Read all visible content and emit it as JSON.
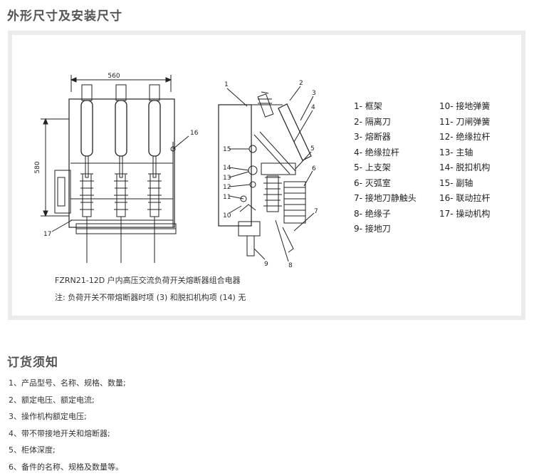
{
  "section1_title": "外形尺寸及安装尺寸",
  "section2_title": "订货须知",
  "dimensions": {
    "width": "560",
    "height": "580"
  },
  "callouts_front": {
    "c16": "16",
    "c17": "17"
  },
  "callouts_side": [
    "1",
    "2",
    "3",
    "4",
    "5",
    "6",
    "7",
    "8",
    "9",
    "10",
    "11",
    "12",
    "13",
    "14",
    "15"
  ],
  "legend_col1": [
    "1- 框架",
    "2- 隔离刀",
    "3- 熔断器",
    "4- 绝缘拉杆",
    "5- 上支架",
    "6- 灭弧室",
    "7- 接地刀静触头",
    "8- 绝缘子",
    "9- 接地刀"
  ],
  "legend_col2": [
    "10- 接地弹簧",
    "11- 刀闸弹簧",
    "12- 绝缘拉杆",
    "13- 主轴",
    "14- 脱扣机构",
    "15- 副轴",
    "16- 联动拉杆",
    "17- 操动机构"
  ],
  "caption_title": "FZRN21-12D 户内高压交流负荷开关熔断器组合电器",
  "caption_note": "注:  负荷开关不带熔断器时项 (3) 和脱扣机构项 (14) 无",
  "order_items": [
    "1、产品型号、名称、规格、数量;",
    "2、额定电压、额定电流;",
    "3、操作机构额定电压;",
    "4、带不带接地开关和熔断器;",
    "5、柜体深度;",
    "6、备件的名称、规格及数量等。"
  ]
}
